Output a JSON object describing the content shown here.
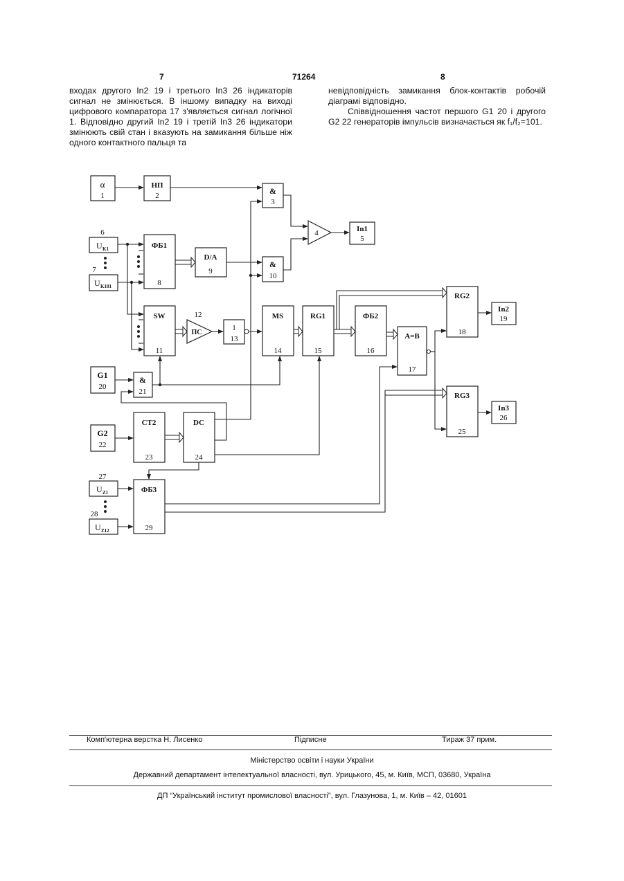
{
  "header": {
    "page_left": "7",
    "patent_number": "71264",
    "page_right": "8"
  },
  "text": {
    "left_column": "входах другого In2 19 і третього In3 26 індикаторів сигнал не змінюється. В іншому випадку на виході цифрового компаратора 17 з'являється сигнал логічної 1. Відповідно другий In2 19 і третій In3 26 індикатори змінюють свій стан і вказують на замикання більше ніж одного контактного пальця та",
    "right_column_p1": "невідповідність замикання блок-контактів робочій діаграмі відповідно.",
    "right_column_p2": "Співвідношення частот першого G1 20 і другого G2 22 генераторів імпульсів визначається як f₁/f₂=101."
  },
  "diagram": {
    "blocks": [
      {
        "id": "alpha",
        "label": "α",
        "num": "1"
      },
      {
        "id": "np",
        "label": "НП",
        "num": "2"
      },
      {
        "id": "and3",
        "label": "&",
        "num": "3"
      },
      {
        "id": "amp4",
        "label": "4"
      },
      {
        "id": "in1",
        "label": "In1",
        "num": "5"
      },
      {
        "id": "uk1",
        "label": "U",
        "sub": "K1"
      },
      {
        "id": "uk101",
        "label": "U",
        "sub": "K101"
      },
      {
        "id": "fb1",
        "label": "ФБ1",
        "num": "8"
      },
      {
        "id": "da",
        "label": "D/A",
        "num": "9"
      },
      {
        "id": "and10",
        "label": "&",
        "num": "10"
      },
      {
        "id": "sw",
        "label": "SW",
        "num": "11"
      },
      {
        "id": "ps",
        "label": "ПС",
        "num": "12"
      },
      {
        "id": "not13",
        "label": "1",
        "num": "13"
      },
      {
        "id": "ms",
        "label": "MS",
        "num": "14"
      },
      {
        "id": "rg1",
        "label": "RG1",
        "num": "15"
      },
      {
        "id": "fb2",
        "label": "ФБ2",
        "num": "16"
      },
      {
        "id": "cmp",
        "label": "A=B",
        "num": "17"
      },
      {
        "id": "rg2",
        "label": "RG2",
        "num": "18"
      },
      {
        "id": "in2",
        "label": "In2",
        "num": "19"
      },
      {
        "id": "g1",
        "label": "G1",
        "num": "20"
      },
      {
        "id": "and21",
        "label": "&",
        "num": "21"
      },
      {
        "id": "g2",
        "label": "G2",
        "num": "22"
      },
      {
        "id": "ct2",
        "label": "CT2",
        "num": "23"
      },
      {
        "id": "dc",
        "label": "DC",
        "num": "24"
      },
      {
        "id": "rg3",
        "label": "RG3",
        "num": "25"
      },
      {
        "id": "in3",
        "label": "In3",
        "num": "26"
      },
      {
        "id": "uz1",
        "label": "U",
        "sub": "Z1"
      },
      {
        "id": "uz12",
        "label": "U",
        "sub": "Z12"
      },
      {
        "id": "fb3",
        "label": "ФБ3",
        "num": "29"
      }
    ],
    "outside_labels": [
      "6",
      "7",
      "27",
      "28"
    ]
  },
  "footer": {
    "layout_by": "Комп'ютерна верстка Н. Лисенко",
    "signed": "Підписне",
    "circulation": "Тираж 37 прим.",
    "ministry": "Міністерство освіти і науки України",
    "department": "Державний департамент інтелектуальної власності, вул. Урицького, 45, м. Київ, МСП, 03680, Україна",
    "institute": "ДП “Український інститут промислової власності”, вул. Глазунова, 1, м. Київ – 42, 01601"
  }
}
